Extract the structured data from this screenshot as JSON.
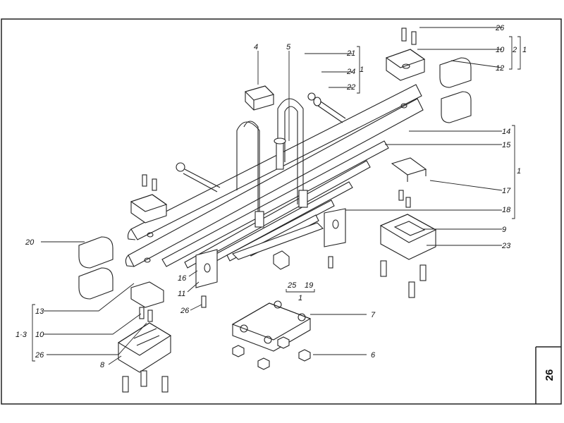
{
  "page": {
    "number": "26"
  },
  "callouts": {
    "c1": "1",
    "c2": "2",
    "c4": "4",
    "c5": "5",
    "c6": "6",
    "c7": "7",
    "c8": "8",
    "c9": "9",
    "c10": "10",
    "c11": "11",
    "c12": "12",
    "c13": "13",
    "c14": "14",
    "c15": "15",
    "c16": "16",
    "c17": "17",
    "c18": "18",
    "c19": "19",
    "c20": "20",
    "c21": "21",
    "c22": "22",
    "c23": "23",
    "c24": "24",
    "c25": "25",
    "c26": "26",
    "g_21_24": "1",
    "g_26_12_a": "2",
    "g_26_12_b": "1",
    "g_14_18": "1",
    "g_25_19": "1",
    "g_left": "1·3",
    "c10_left": "10",
    "c26_left": "26",
    "c26_mid": "26"
  }
}
